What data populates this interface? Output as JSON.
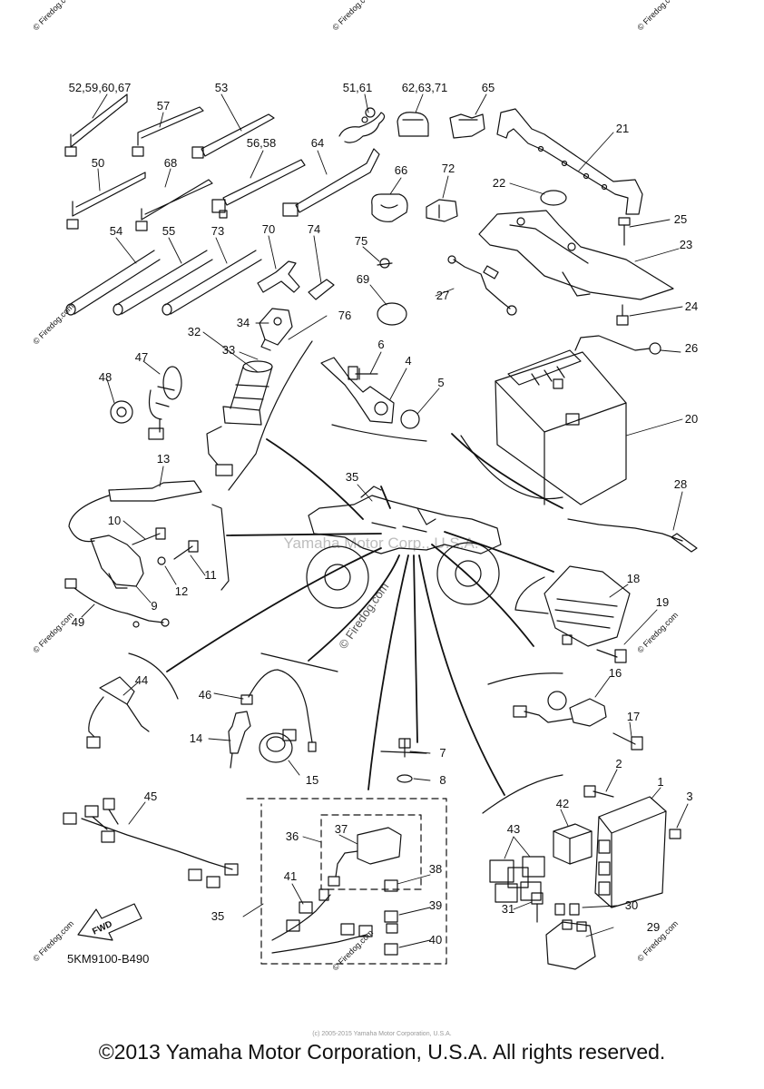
{
  "diagram": {
    "drawing_code": "5KM9100-B490",
    "watermark_center": "Yamaha Motor Corp., U.S.A.",
    "watermark_diag": "© Firedog.com",
    "watermark_corner": "© Firedog.com",
    "fwd_label": "FWD",
    "parts": [
      {
        "id": "p-52-59-60-67",
        "label": "52,59,60,67"
      },
      {
        "id": "p-57",
        "label": "57"
      },
      {
        "id": "p-53",
        "label": "53"
      },
      {
        "id": "p-51-61",
        "label": "51,61"
      },
      {
        "id": "p-62-63-71",
        "label": "62,63,71"
      },
      {
        "id": "p-65",
        "label": "65"
      },
      {
        "id": "p-21",
        "label": "21"
      },
      {
        "id": "p-50",
        "label": "50"
      },
      {
        "id": "p-68",
        "label": "68"
      },
      {
        "id": "p-56-58",
        "label": "56,58"
      },
      {
        "id": "p-64",
        "label": "64"
      },
      {
        "id": "p-66",
        "label": "66"
      },
      {
        "id": "p-72",
        "label": "72"
      },
      {
        "id": "p-22",
        "label": "22"
      },
      {
        "id": "p-25",
        "label": "25"
      },
      {
        "id": "p-23",
        "label": "23"
      },
      {
        "id": "p-54",
        "label": "54"
      },
      {
        "id": "p-55",
        "label": "55"
      },
      {
        "id": "p-73",
        "label": "73"
      },
      {
        "id": "p-70",
        "label": "70"
      },
      {
        "id": "p-74",
        "label": "74"
      },
      {
        "id": "p-75",
        "label": "75"
      },
      {
        "id": "p-69",
        "label": "69"
      },
      {
        "id": "p-27",
        "label": "27"
      },
      {
        "id": "p-24",
        "label": "24"
      },
      {
        "id": "p-34",
        "label": "34"
      },
      {
        "id": "p-32",
        "label": "32"
      },
      {
        "id": "p-76",
        "label": "76"
      },
      {
        "id": "p-33",
        "label": "33"
      },
      {
        "id": "p-6",
        "label": "6"
      },
      {
        "id": "p-4",
        "label": "4"
      },
      {
        "id": "p-5",
        "label": "5"
      },
      {
        "id": "p-26",
        "label": "26"
      },
      {
        "id": "p-47",
        "label": "47"
      },
      {
        "id": "p-48",
        "label": "48"
      },
      {
        "id": "p-20",
        "label": "20"
      },
      {
        "id": "p-13",
        "label": "13"
      },
      {
        "id": "p-35a",
        "label": "35"
      },
      {
        "id": "p-28",
        "label": "28"
      },
      {
        "id": "p-10",
        "label": "10"
      },
      {
        "id": "p-11",
        "label": "11"
      },
      {
        "id": "p-12",
        "label": "12"
      },
      {
        "id": "p-9",
        "label": "9"
      },
      {
        "id": "p-18",
        "label": "18"
      },
      {
        "id": "p-19",
        "label": "19"
      },
      {
        "id": "p-49",
        "label": "49"
      },
      {
        "id": "p-44",
        "label": "44"
      },
      {
        "id": "p-46",
        "label": "46"
      },
      {
        "id": "p-16",
        "label": "16"
      },
      {
        "id": "p-17",
        "label": "17"
      },
      {
        "id": "p-14",
        "label": "14"
      },
      {
        "id": "p-15",
        "label": "15"
      },
      {
        "id": "p-7",
        "label": "7"
      },
      {
        "id": "p-8",
        "label": "8"
      },
      {
        "id": "p-2",
        "label": "2"
      },
      {
        "id": "p-1",
        "label": "1"
      },
      {
        "id": "p-3",
        "label": "3"
      },
      {
        "id": "p-45",
        "label": "45"
      },
      {
        "id": "p-36",
        "label": "36"
      },
      {
        "id": "p-37",
        "label": "37"
      },
      {
        "id": "p-42",
        "label": "42"
      },
      {
        "id": "p-43",
        "label": "43"
      },
      {
        "id": "p-38",
        "label": "38"
      },
      {
        "id": "p-41",
        "label": "41"
      },
      {
        "id": "p-39",
        "label": "39"
      },
      {
        "id": "p-35b",
        "label": "35"
      },
      {
        "id": "p-31",
        "label": "31"
      },
      {
        "id": "p-30",
        "label": "30"
      },
      {
        "id": "p-29",
        "label": "29"
      },
      {
        "id": "p-40",
        "label": "40"
      }
    ]
  },
  "footer": {
    "small_print": "(c) 2005-2015 Yamaha Motor Corporation, U.S.A.",
    "copyright": "©2013 Yamaha Motor Corporation, U.S.A. All rights reserved."
  }
}
